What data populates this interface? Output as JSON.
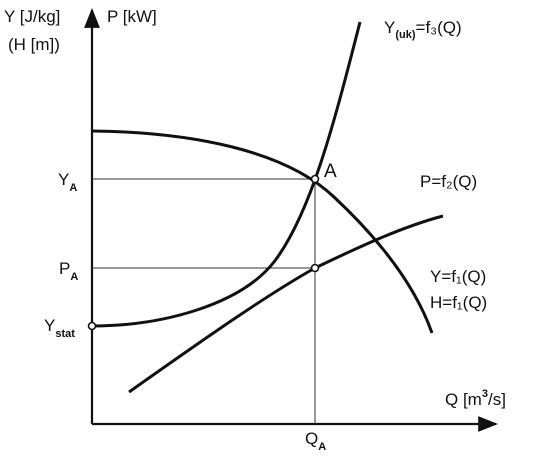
{
  "axes": {
    "y_label_line1": "Y [J/kg]",
    "y_label_line2": "(H [m])",
    "p_label": "P [kW]",
    "x_label_prefix": "Q [m",
    "x_label_sup": "3",
    "x_label_suffix": "/s]"
  },
  "ticks": {
    "ya_main": "Y",
    "ya_sub": "A",
    "pa_main": "P",
    "pa_sub": "A",
    "ystat_main": "Y",
    "ystat_sub": "stat",
    "qa_main": "Q",
    "qa_sub": "A"
  },
  "point_label": "A",
  "curves": {
    "system_main": "Y",
    "system_sub": "(uk)",
    "system_eq": "=f₃(Q)",
    "power": "P=f₂(Q)",
    "pump_y": "Y=f₁(Q)",
    "pump_h": "H=f₁(Q)"
  },
  "colors": {
    "ink": "#111111"
  }
}
